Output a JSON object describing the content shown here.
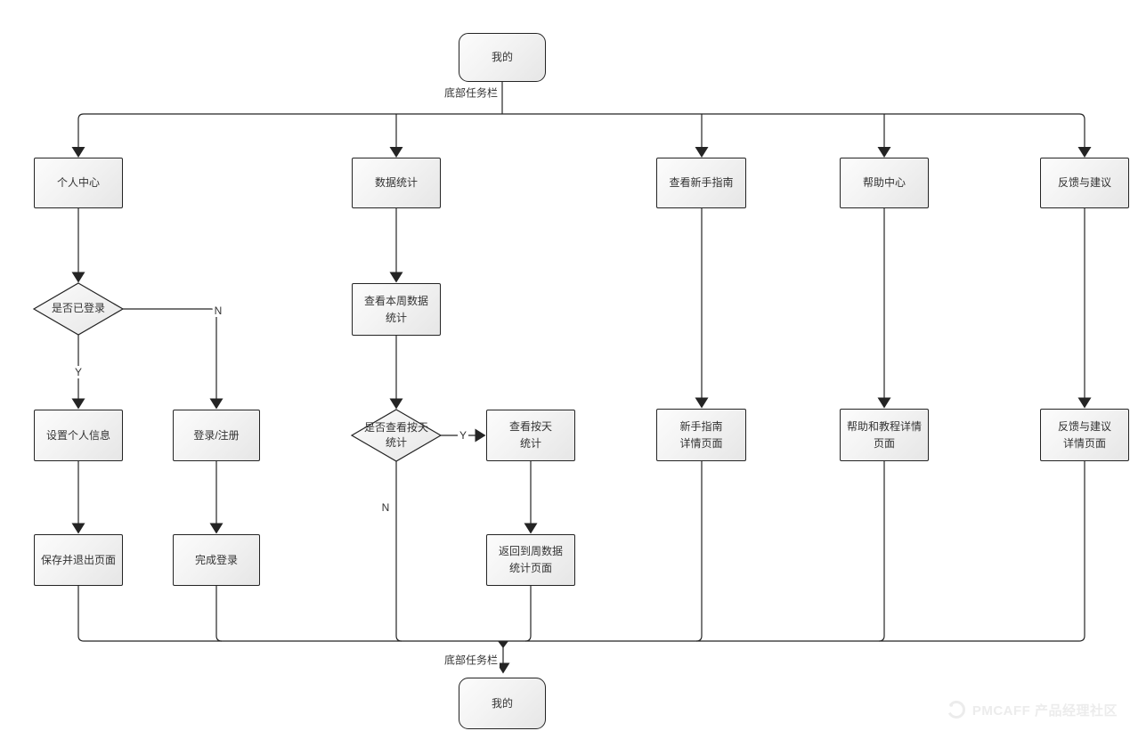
{
  "diagram": {
    "nodes": {
      "start": {
        "label": "我的"
      },
      "personal_center": {
        "label": "个人中心"
      },
      "data_stats": {
        "label": "数据统计"
      },
      "view_guide": {
        "label": "查看新手指南"
      },
      "help_center": {
        "label": "帮助中心"
      },
      "feedback": {
        "label": "反馈与建议"
      },
      "decision_login": {
        "label": "是否已登录"
      },
      "weekly_stats": {
        "label": "查看本周数据\n统计"
      },
      "set_profile": {
        "label": "设置个人信息"
      },
      "login_register": {
        "label": "登录/注册"
      },
      "decision_daily": {
        "label": "是否查看按天\n统计"
      },
      "daily_stats": {
        "label": "查看按天\n统计"
      },
      "save_exit": {
        "label": "保存并退出页面"
      },
      "complete_login": {
        "label": "完成登录"
      },
      "back_weekly": {
        "label": "返回到周数据\n统计页面"
      },
      "guide_detail": {
        "label": "新手指南\n详情页面"
      },
      "help_detail": {
        "label": "帮助和教程详情\n页面"
      },
      "feedback_detail": {
        "label": "反馈与建议\n详情页面"
      },
      "end": {
        "label": "我的"
      }
    },
    "edge_labels": {
      "taskbar_top": "底部任务栏",
      "taskbar_bottom": "底部任务栏",
      "login_yes": "Y",
      "login_no": "N",
      "daily_yes": "Y",
      "daily_no": "N"
    },
    "colors": {
      "line": "#242424",
      "node_border": "#242424",
      "node_fill_start": "#fcfcfc",
      "node_fill_end": "#e6e6e6",
      "text": "#333333",
      "watermark": "#ececec"
    }
  },
  "watermark": {
    "text": "PMCAFF 产品经理社区"
  }
}
